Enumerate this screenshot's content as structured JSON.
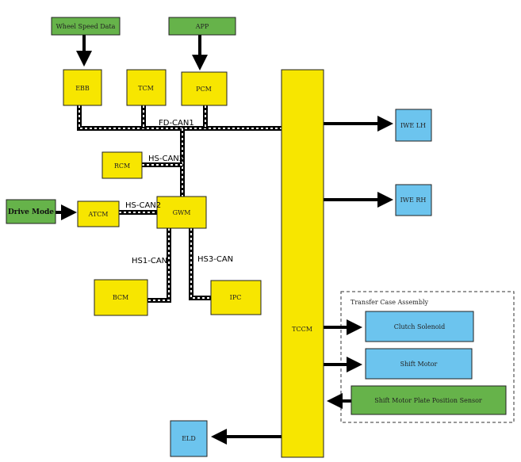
{
  "modules": {
    "wheel_speed_data": "Wheel Speed Data",
    "app": "APP",
    "ebb": "EBB",
    "tcm": "TCM",
    "pcm": "PCM",
    "rcm": "RCM",
    "drive_mode": "Drive Mode",
    "atcm": "ATCM",
    "gwm": "GWM",
    "bcm": "BCM",
    "ipc": "IPC",
    "tccm": "TCCM",
    "iwe_lh": "IWE LH",
    "iwe_rh": "IWE RH",
    "clutch_solenoid": "Clutch Solenoid",
    "shift_motor": "Shift Motor",
    "shift_motor_sensor": "Shift Motor Plate Position Sensor",
    "eld": "ELD"
  },
  "buses": {
    "fd_can1": "FD-CAN1",
    "hs_can2_rcm": "HS-CAN2",
    "hs_can2_atcm": "HS-CAN2",
    "hs1_can": "HS1-CAN",
    "hs3_can": "HS3-CAN"
  },
  "groups": {
    "transfer_case": "Transfer Case Assembly"
  },
  "colors": {
    "module_yellow": "#f7e600",
    "input_green": "#66b34a",
    "actuator_blue": "#6cc4ee"
  }
}
